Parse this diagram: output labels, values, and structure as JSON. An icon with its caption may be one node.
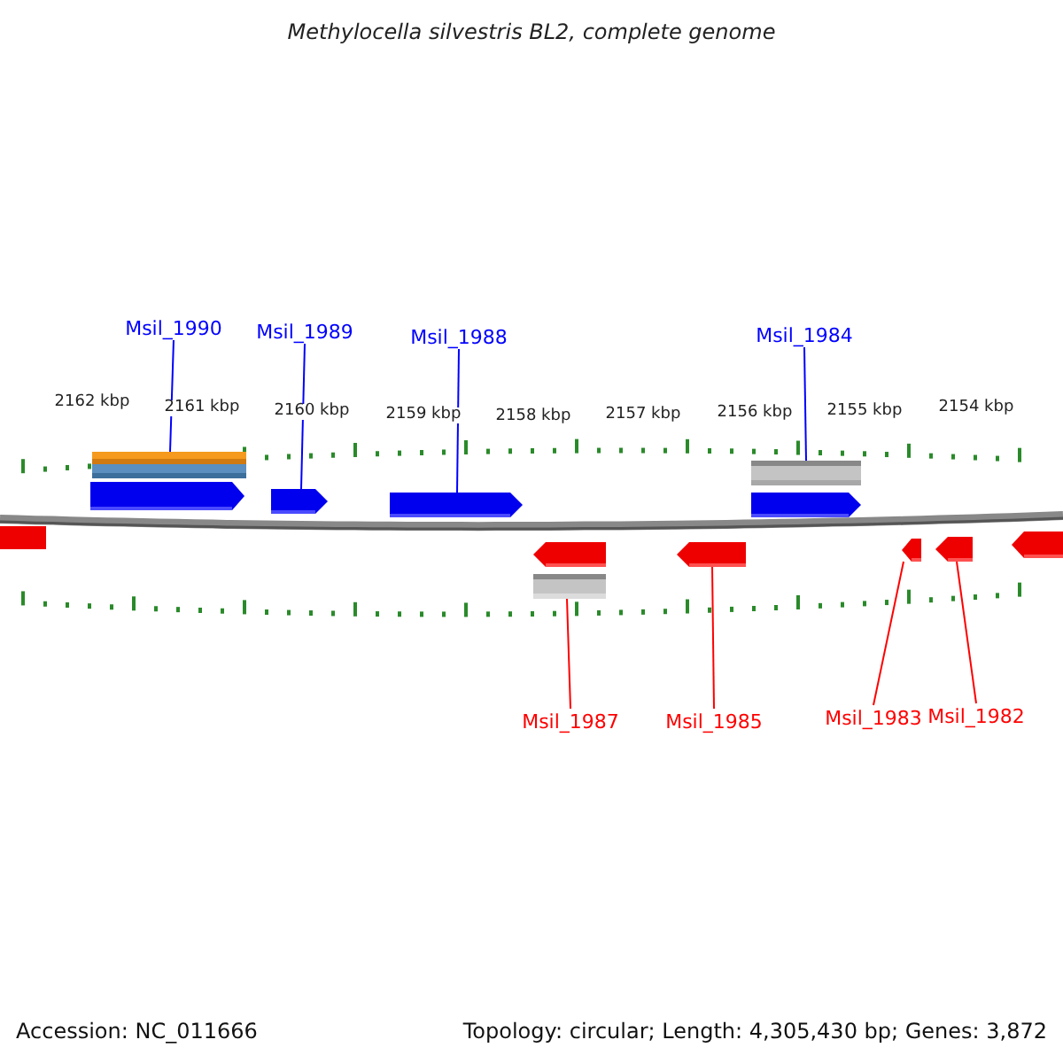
{
  "diagram": {
    "title": "Methylocella silvestris BL2, complete genome",
    "nodes": [
      {
        "text": [
          "Msil_1990"
        ]
      },
      {
        "text": [
          "Msil_1989"
        ]
      },
      {
        "text": [
          "Msil_1988"
        ]
      },
      {
        "text": [
          "Msil_1984"
        ]
      },
      {
        "text": [
          "Msil_1987"
        ]
      },
      {
        "text": [
          "Msil_1985"
        ]
      },
      {
        "text": [
          "Msil_1983"
        ]
      },
      {
        "text": [
          "Msil_1982"
        ]
      },
      {
        "text": [],
        "shape": "box"
      },
      {
        "text": [],
        "shape": "box"
      },
      {
        "text": [],
        "shape": "box"
      },
      {
        "text": [],
        "shape": "box"
      },
      {
        "text": [],
        "shape": "box"
      },
      {
        "text": [],
        "shape": "box"
      },
      {
        "text": [],
        "shape": "box"
      },
      {
        "text": [],
        "shape": "box"
      }
    ],
    "edges": [
      {
        "from": 0,
        "to": 8,
        "arrow": "none",
        "color": "#0000ff"
      },
      {
        "from": 1,
        "to": 9,
        "arrow": "none",
        "color": "#0000ff"
      },
      {
        "from": 2,
        "to": 10,
        "arrow": "none",
        "color": "#0000ff"
      },
      {
        "from": 3,
        "to": 11,
        "arrow": "none",
        "color": "#0000ff"
      },
      {
        "from": 4,
        "to": 12,
        "arrow": "none",
        "color": "#ff0000"
      },
      {
        "from": 5,
        "to": 13,
        "arrow": "none",
        "color": "#ff0000"
      },
      {
        "from": 6,
        "to": 14,
        "arrow": "none",
        "color": "#ff0000"
      },
      {
        "from": 7,
        "to": 15,
        "arrow": "none",
        "color": "#ff0000"
      }
    ],
    "labels": [
      "2162 kbp",
      "2161 kbp",
      "2160 kbp",
      "2159 kbp",
      "2158 kbp",
      "2157 kbp",
      "2156 kbp",
      "2155 kbp",
      "2154 kbp",
      "Accession: NC_011666",
      "Topology: circular; Length: 4,305,430 bp; Genes: 3,872"
    ]
  }
}
